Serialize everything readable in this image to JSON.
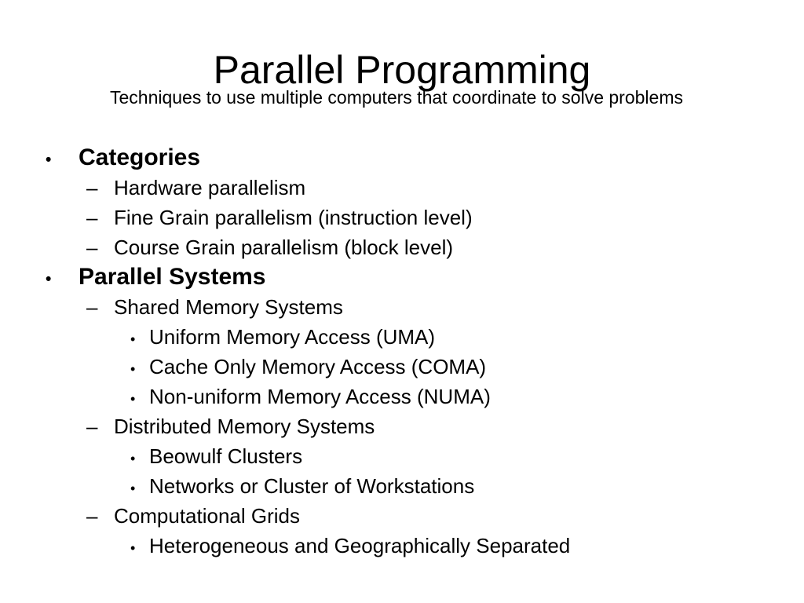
{
  "slide": {
    "title": "Parallel Programming",
    "subtitle": "Techniques to use multiple computers that coordinate to solve problems",
    "background_color": "#ffffff",
    "text_color": "#000000",
    "markers": {
      "level1_bullet": "•",
      "level2_dash": "–",
      "level3_bullet": "•"
    },
    "outline": [
      {
        "level": 1,
        "marker": "•",
        "text": "Categories"
      },
      {
        "level": 2,
        "marker": "–",
        "text": "Hardware parallelism"
      },
      {
        "level": 2,
        "marker": "–",
        "text": "Fine Grain parallelism (instruction level)"
      },
      {
        "level": 2,
        "marker": "–",
        "text": "Course Grain parallelism (block level)"
      },
      {
        "level": 1,
        "marker": "•",
        "text": "Parallel Systems"
      },
      {
        "level": 2,
        "marker": "–",
        "text": "Shared Memory Systems"
      },
      {
        "level": 3,
        "marker": "•",
        "text": "Uniform Memory Access (UMA)"
      },
      {
        "level": 3,
        "marker": "•",
        "text": "Cache Only Memory Access (COMA)"
      },
      {
        "level": 3,
        "marker": "•",
        "text": "Non-uniform Memory Access (NUMA)"
      },
      {
        "level": 2,
        "marker": "–",
        "text": "Distributed Memory Systems"
      },
      {
        "level": 3,
        "marker": "•",
        "text": "Beowulf Clusters"
      },
      {
        "level": 3,
        "marker": "•",
        "text": "Networks or Cluster of Workstations"
      },
      {
        "level": 2,
        "marker": "–",
        "text": "Computational Grids"
      },
      {
        "level": 3,
        "marker": "•",
        "text": "Heterogeneous and Geographically Separated"
      }
    ]
  }
}
